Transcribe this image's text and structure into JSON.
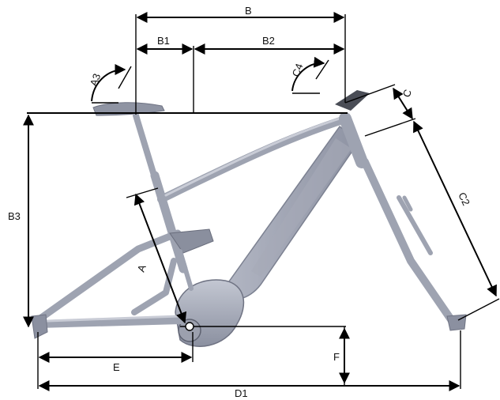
{
  "labels": {
    "b": "B",
    "b1": "B1",
    "b2": "B2",
    "a3": "A3",
    "c4": "C4",
    "c": "C",
    "c2": "C2",
    "b3": "B3",
    "a": "A",
    "e": "E",
    "f": "F",
    "d1": "D1"
  },
  "colors": {
    "frame": "#9ea3b1",
    "frame_highlight": "#c9ccd6",
    "frame_dark": "#7c8191",
    "dimension_lines": "#000000",
    "background": "#ffffff"
  }
}
